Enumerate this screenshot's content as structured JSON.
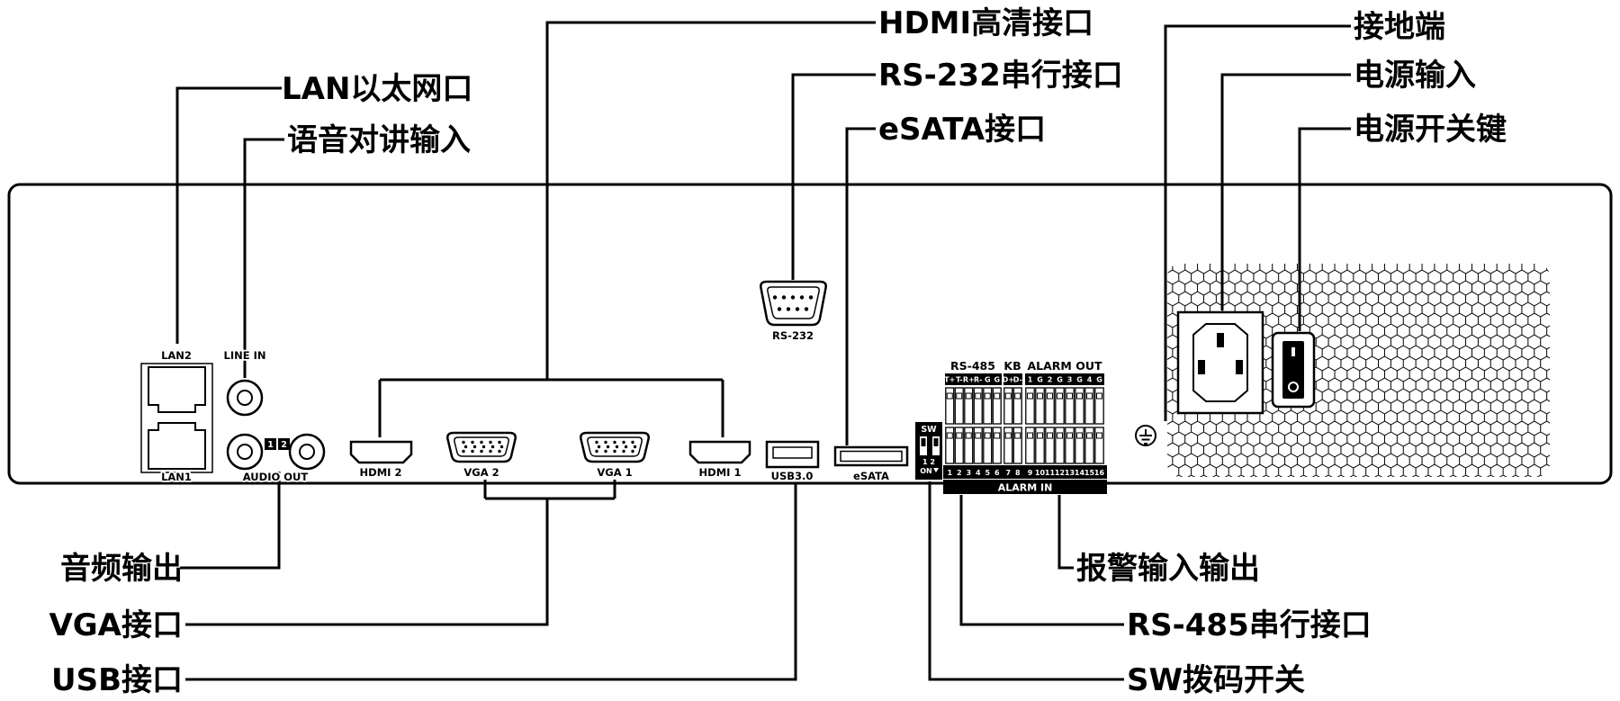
{
  "colors": {
    "ink": "#000000",
    "background": "#ffffff"
  },
  "callouts": {
    "lan": "LAN以太网口",
    "audio_in": "语音对讲输入",
    "hdmi": "HDMI高清接口",
    "rs232": "RS-232串行接口",
    "esata": "eSATA接口",
    "ground": "接地端",
    "power_in": "电源输入",
    "power_switch": "电源开关键",
    "audio_out": "音频输出",
    "vga": "VGA接口",
    "usb": "USB接口",
    "alarm_io": "报警输入输出",
    "rs485": "RS-485串行接口",
    "sw": "SW拨码开关"
  },
  "ports": {
    "lan2": "LAN2",
    "lan1": "LAN1",
    "line_in": "LINE IN",
    "audio_ch1": "1",
    "audio_ch2": "2",
    "audio_out": "AUDIO OUT",
    "hdmi2": "HDMI 2",
    "vga2": "VGA 2",
    "vga1": "VGA 1",
    "hdmi1": "HDMI 1",
    "usb": "USB3.0",
    "esata": "eSATA",
    "rs232": "RS-232"
  },
  "terminal": {
    "rs485_label": "RS-485",
    "kb_label": "KB",
    "alarm_out_label": "ALARM OUT",
    "rs485_pins": [
      "T+",
      "T-",
      "R+",
      "R-",
      "G",
      "G"
    ],
    "kb_pins": [
      "D+",
      "D-"
    ],
    "alarm_out_pins": [
      "1",
      "G",
      "2",
      "G",
      "3",
      "G",
      "4",
      "G"
    ],
    "alarm_in_numbers": [
      "1",
      "2",
      "3",
      "4",
      "5",
      "6",
      "7",
      "8",
      "9",
      "10",
      "11",
      "12",
      "13",
      "14",
      "15",
      "16"
    ],
    "alarm_in_label": "ALARM IN",
    "sw_label": "SW",
    "sw_numbers": "1 2",
    "sw_on": "ON"
  }
}
